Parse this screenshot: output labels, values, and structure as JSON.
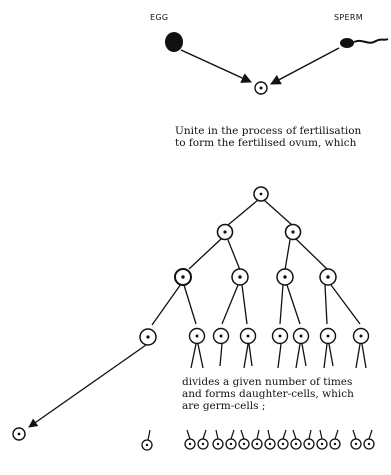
{
  "labels": {
    "egg": "EGG",
    "sperm": "SPERM"
  },
  "captions": {
    "fertilisation_line1": "Unite in the process of fertilisation",
    "fertilisation_line2": "to form the fertilised ovum, which",
    "division_line1": "divides a given number of times",
    "division_line2": "and forms daughter-cells, which",
    "division_line3": "are germ-cells ;"
  }
}
